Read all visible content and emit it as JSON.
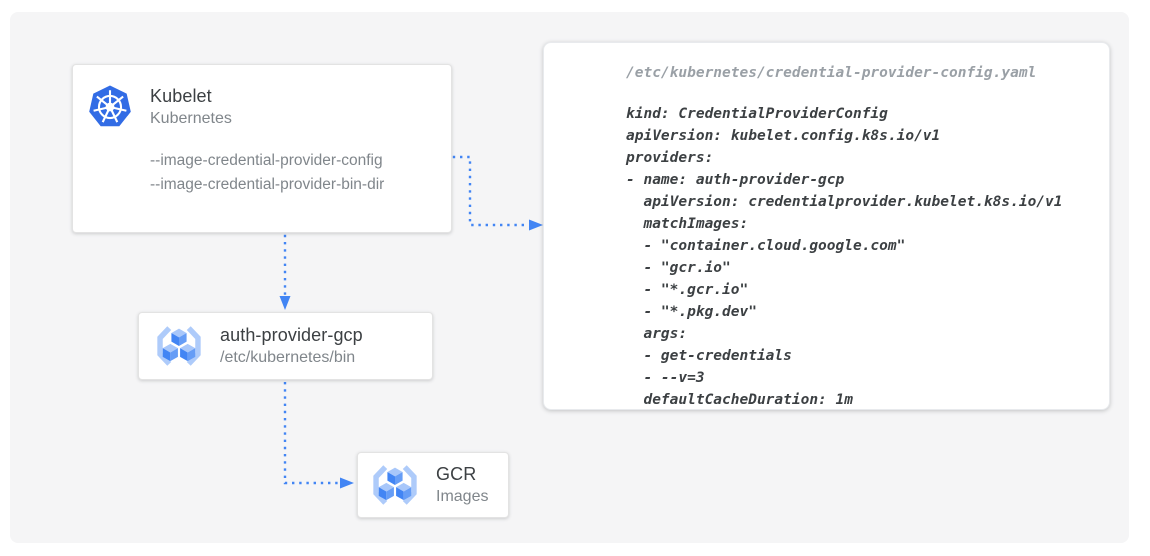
{
  "diagram": {
    "kubelet": {
      "title": "Kubelet",
      "subtitle": "Kubernetes",
      "flags": [
        "--image-credential-provider-config",
        "--image-credential-provider-bin-dir"
      ]
    },
    "auth_provider": {
      "title": "auth-provider-gcp",
      "subtitle": "/etc/kubernetes/bin"
    },
    "gcr": {
      "title": "GCR",
      "subtitle": "Images"
    },
    "code_panel": {
      "file_path": "/etc/kubernetes/credential-provider-config.yaml",
      "code_lines": [
        "kind: CredentialProviderConfig",
        "apiVersion: kubelet.config.k8s.io/v1",
        "providers:",
        "- name: auth-provider-gcp",
        "  apiVersion: credentialprovider.kubelet.k8s.io/v1",
        "  matchImages:",
        "  - \"container.cloud.google.com\"",
        "  - \"gcr.io\"",
        "  - \"*.gcr.io\"",
        "  - \"*.pkg.dev\"",
        "  args:",
        "  - get-credentials",
        "  - --v=3",
        "  defaultCacheDuration: 1m"
      ]
    },
    "icons": {
      "kubelet": "kubernetes-helm-icon",
      "auth_provider": "container-registry-icon",
      "gcr": "container-registry-icon"
    },
    "colors": {
      "accent_blue": "#4285F4",
      "kubernetes_blue": "#326CE5",
      "panel_bg": "#F5F5F6",
      "box_bg": "#FFFFFF",
      "title_text": "#3C4043",
      "subtitle_text": "#80868B",
      "code_text": "#3C4043",
      "code_path_text": "#9AA0A6",
      "bracket_blue": "#AECBFA",
      "cube_top": "#A8C7FA",
      "cube_left": "#4285F4",
      "cube_right": "#669DF6"
    }
  }
}
